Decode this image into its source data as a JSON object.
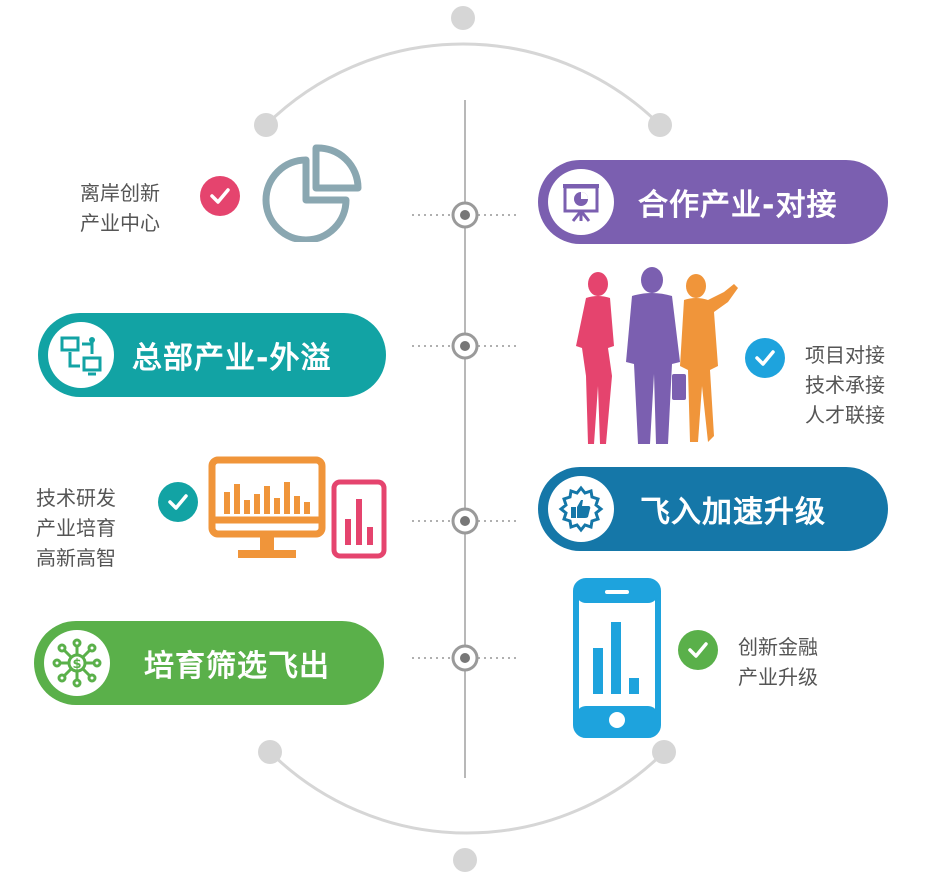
{
  "colors": {
    "purple": "#7b5fb0",
    "teal": "#12a3a4",
    "blue": "#1577a8",
    "green": "#5ab04a",
    "pink": "#e5446e",
    "orange": "#f0953a",
    "sky": "#1ea3dd",
    "gray_line": "#cfcfcf",
    "note_text": "#555555"
  },
  "pills": {
    "cooperation": {
      "label": "合作产业-对接",
      "icon": "presentation-board-icon"
    },
    "headquarters": {
      "label": "总部产业-外溢",
      "icon": "network-computers-icon"
    },
    "accelerate": {
      "label": "飞入加速升级",
      "icon": "thumbs-up-badge-icon"
    },
    "incubate": {
      "label": "培育筛选飞出",
      "icon": "dollar-network-icon"
    }
  },
  "notes": {
    "offshore": {
      "lines": [
        "离岸创新",
        "产业中心"
      ],
      "check_color": "#e5446e"
    },
    "project": {
      "lines": [
        "项目对接",
        "技术承接",
        "人才联接"
      ],
      "check_color": "#1ea3dd"
    },
    "tech": {
      "lines": [
        "技术研发",
        "产业培育",
        "高新高智"
      ],
      "check_color": "#12a3a4"
    },
    "finance": {
      "lines": [
        "创新金融",
        "产业升级"
      ],
      "check_color": "#5ab04a"
    }
  },
  "illustrations": {
    "pie": "pie-chart-icon",
    "people": "business-people-icon",
    "monitor": "monitor-bar-chart-icon",
    "tablet": "tablet-bar-chart-icon",
    "phone": "phone-bar-chart-icon"
  }
}
